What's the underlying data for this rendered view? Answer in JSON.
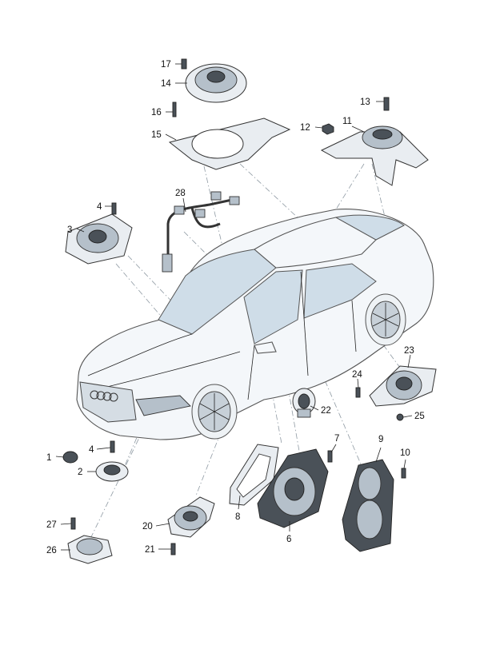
{
  "callouts": [
    {
      "id": "c1",
      "label": "1"
    },
    {
      "id": "c2",
      "label": "2"
    },
    {
      "id": "c3",
      "label": "3"
    },
    {
      "id": "c4a",
      "label": "4"
    },
    {
      "id": "c4b",
      "label": "4"
    },
    {
      "id": "c6",
      "label": "6"
    },
    {
      "id": "c7",
      "label": "7"
    },
    {
      "id": "c8",
      "label": "8"
    },
    {
      "id": "c9",
      "label": "9"
    },
    {
      "id": "c10",
      "label": "10"
    },
    {
      "id": "c11",
      "label": "11"
    },
    {
      "id": "c12",
      "label": "12"
    },
    {
      "id": "c13",
      "label": "13"
    },
    {
      "id": "c14",
      "label": "14"
    },
    {
      "id": "c15",
      "label": "15"
    },
    {
      "id": "c16",
      "label": "16"
    },
    {
      "id": "c17",
      "label": "17"
    },
    {
      "id": "c20",
      "label": "20"
    },
    {
      "id": "c21",
      "label": "21"
    },
    {
      "id": "c22",
      "label": "22"
    },
    {
      "id": "c23",
      "label": "23"
    },
    {
      "id": "c24",
      "label": "24"
    },
    {
      "id": "c25",
      "label": "25"
    },
    {
      "id": "c26",
      "label": "26"
    },
    {
      "id": "c27",
      "label": "27"
    },
    {
      "id": "c28",
      "label": "28"
    }
  ]
}
